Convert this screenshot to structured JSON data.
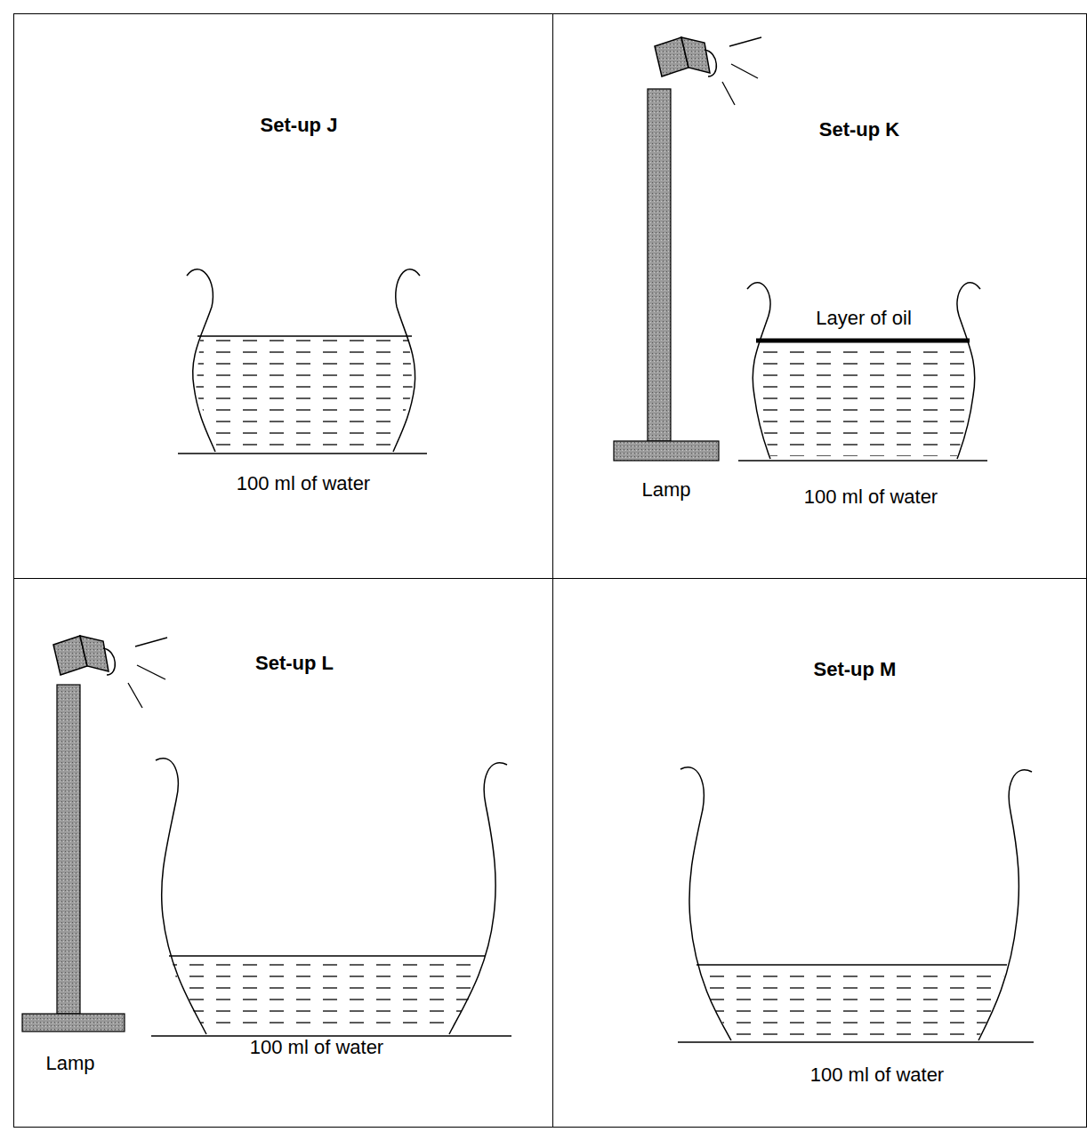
{
  "diagram": {
    "nodes": [
      {
        "text": [
          "Set-up J",
          "100 ml of water"
        ]
      },
      {
        "text": [
          "Set-up K",
          "Layer of oil",
          "Lamp",
          "100 ml of water"
        ]
      },
      {
        "text": [
          "Set-up L",
          "Lamp",
          "100 ml of water"
        ]
      },
      {
        "text": [
          "Set-up M",
          "100 ml of water"
        ]
      }
    ]
  }
}
